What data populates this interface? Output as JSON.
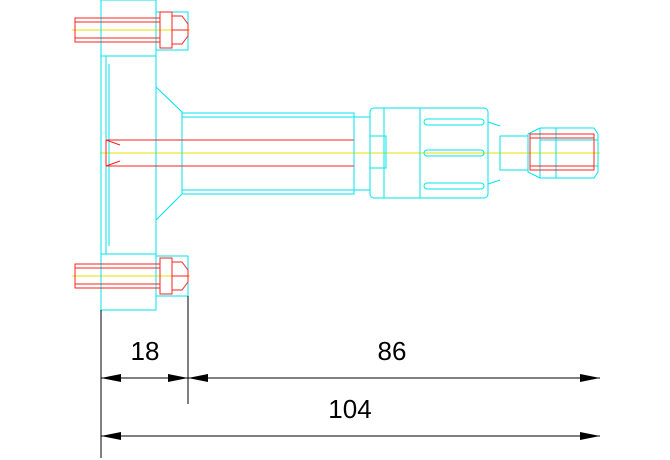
{
  "colors": {
    "background": "#ffffff",
    "outline": "#00e5ee",
    "screw": "#ff2020",
    "centerline": "#e8e000",
    "dimension": "#000000"
  },
  "dimensions": {
    "flange_width": "18",
    "tube_length": "86",
    "overall_length": "104"
  }
}
